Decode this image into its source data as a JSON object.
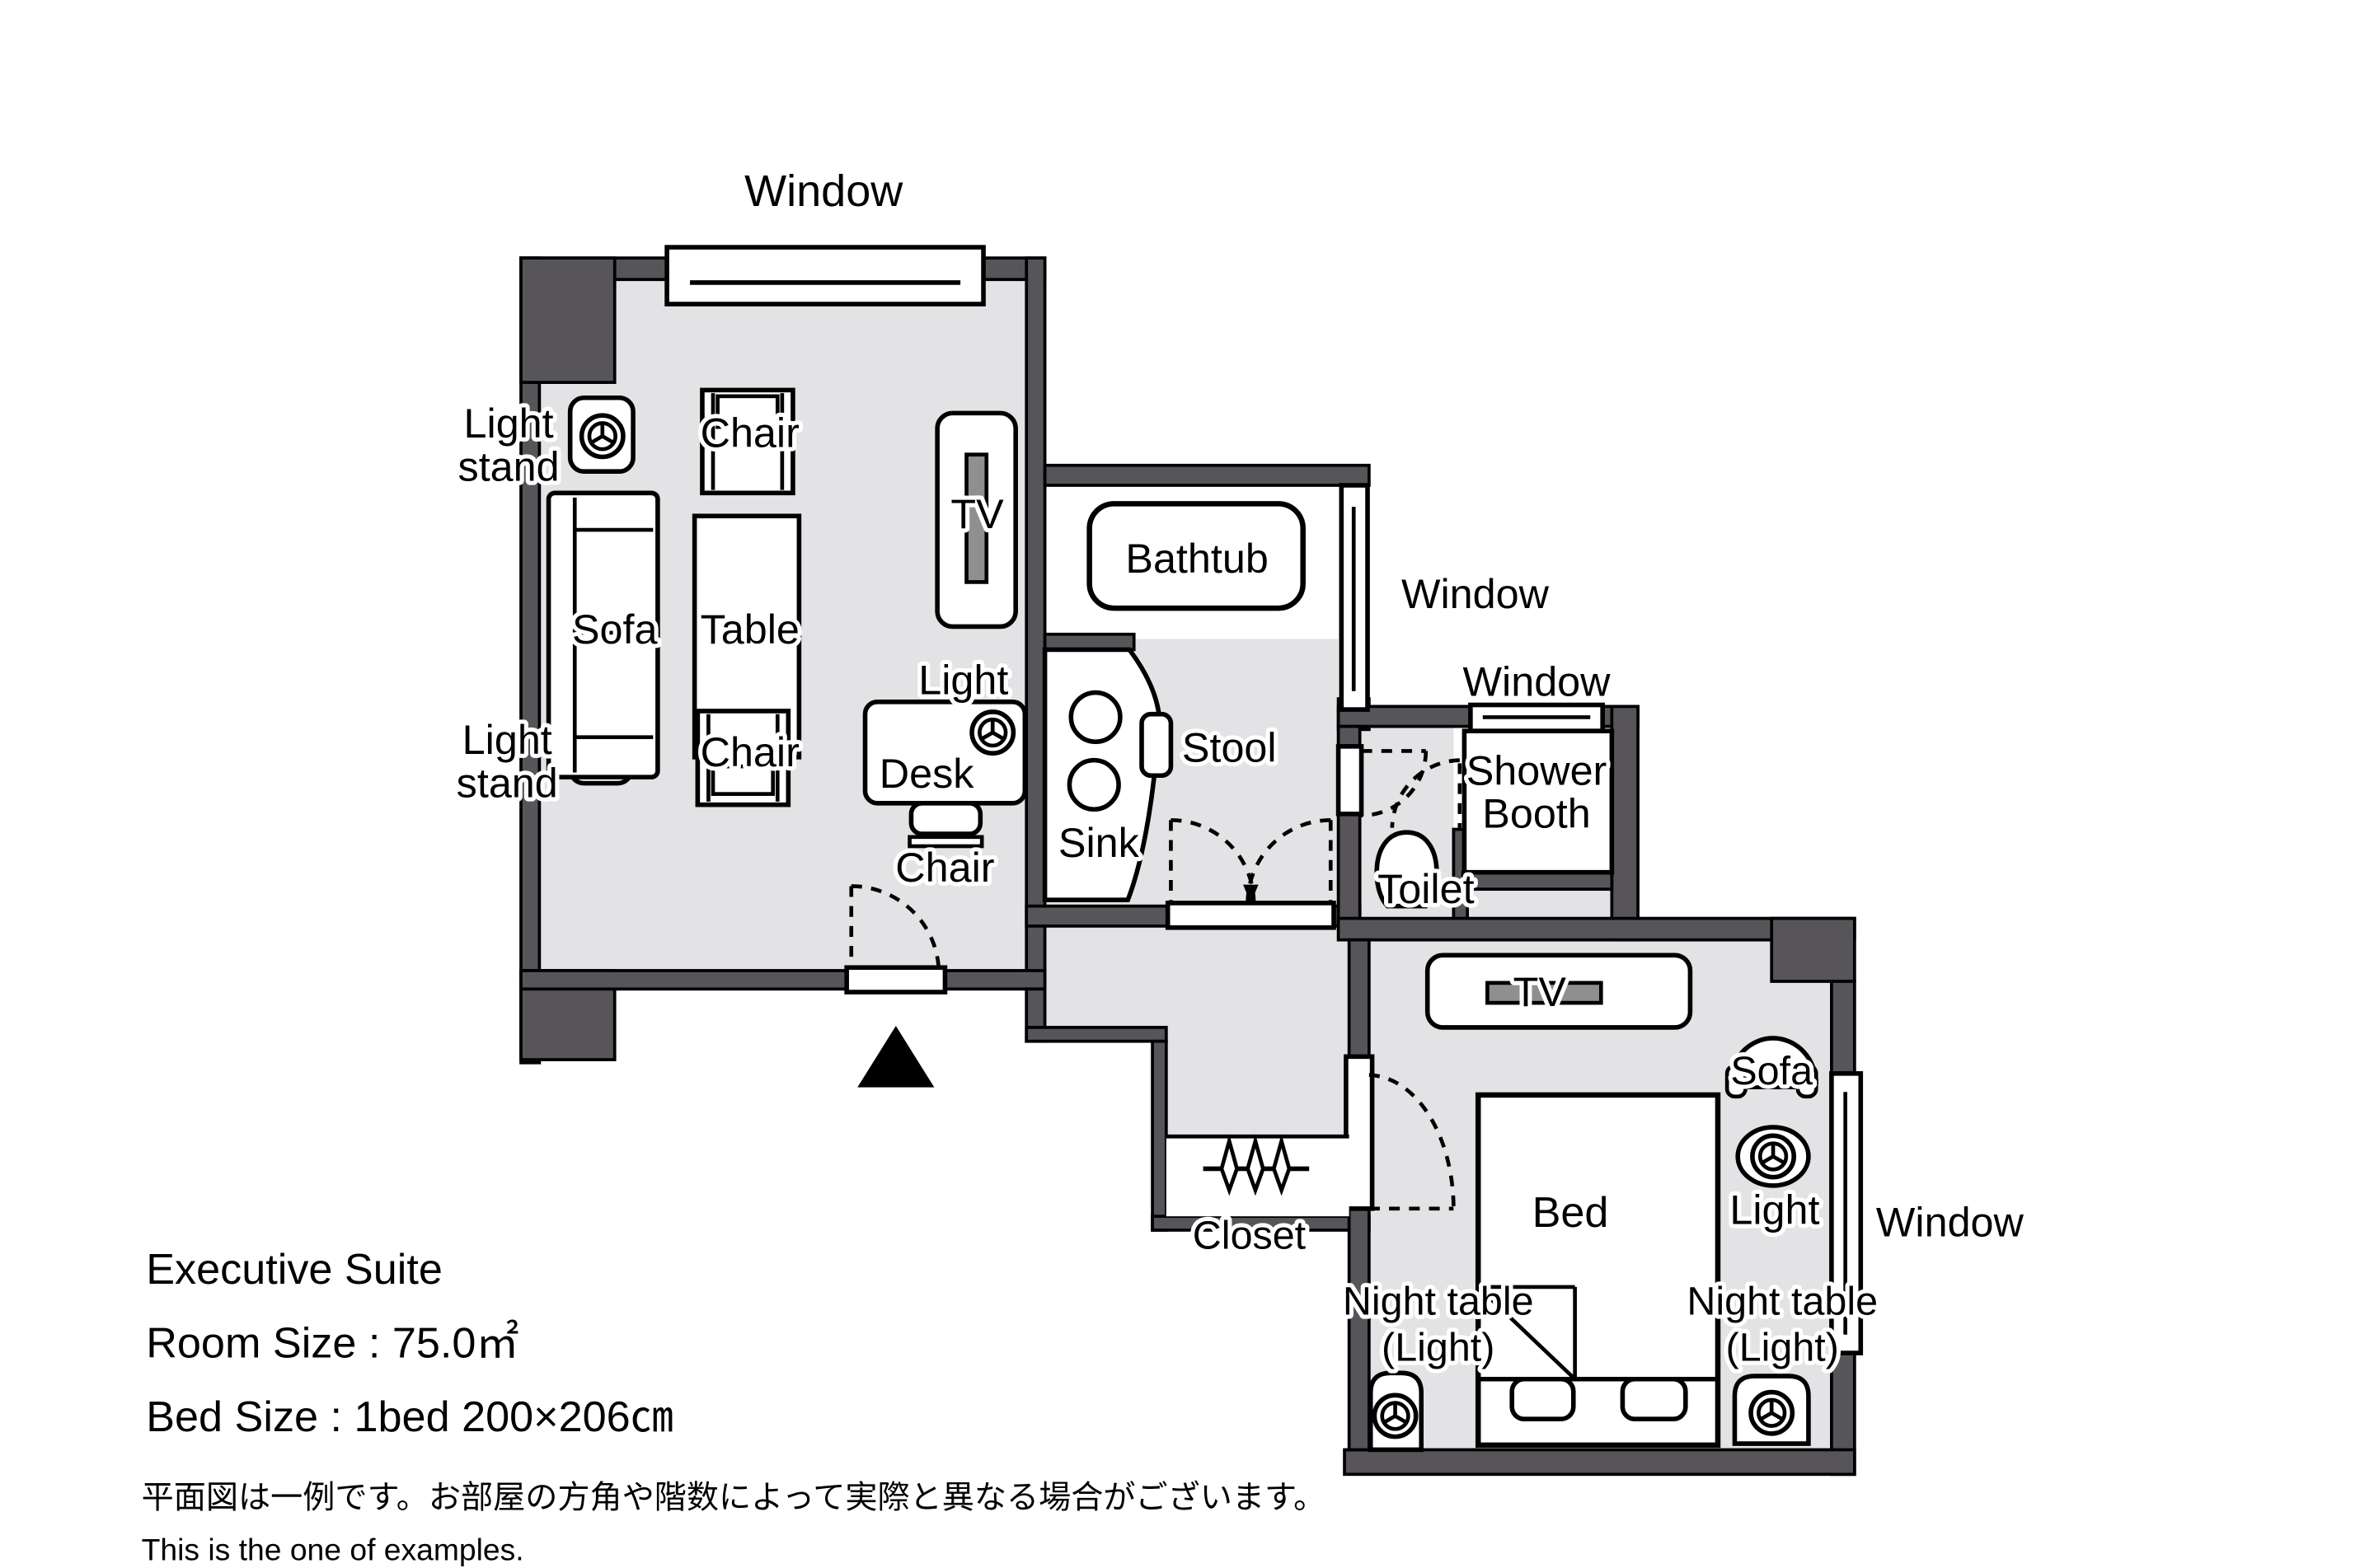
{
  "colors": {
    "wall": "#57555a",
    "floor": "#e3e3e5",
    "line": "#000000",
    "tv_screen": "#8f8f91",
    "background": "#ffffff"
  },
  "labels": {
    "window_top": "Window",
    "light_stand_upper_1": "Light",
    "light_stand_upper_2": "stand",
    "chair_upper": "Chair",
    "sofa": "Sofa",
    "table": "Table",
    "tv_living": "TV",
    "light_stand_lower_1": "Light",
    "light_stand_lower_2": "stand",
    "chair_lower": "Chair",
    "desk_light": "Light",
    "desk": "Desk",
    "desk_chair": "Chair",
    "bathtub": "Bathtub",
    "bathtub_window": "Window",
    "stool": "Stool",
    "sink": "Sink",
    "shower_window": "Window",
    "shower_booth_1": "Shower",
    "shower_booth_2": "Booth",
    "toilet": "Toilet",
    "tv_bedroom": "TV",
    "sofa_bedroom": "Sofa",
    "light_bedroom": "Light",
    "bed": "Bed",
    "bedroom_window": "Window",
    "closet": "Closet",
    "night_table_left_1": "Night table",
    "night_table_left_2": "(Light)",
    "night_table_right_1": "Night table",
    "night_table_right_2": "(Light)"
  },
  "info": {
    "room_name": "Executive Suite",
    "room_size": "Room Size : 75.0㎡",
    "bed_size": "Bed Size : 1bed 200×206㎝",
    "note_ja": "平面図は一例です。お部屋の方角や階数によって実際と異なる場合がございます。",
    "note_en": "This is the one of examples."
  }
}
